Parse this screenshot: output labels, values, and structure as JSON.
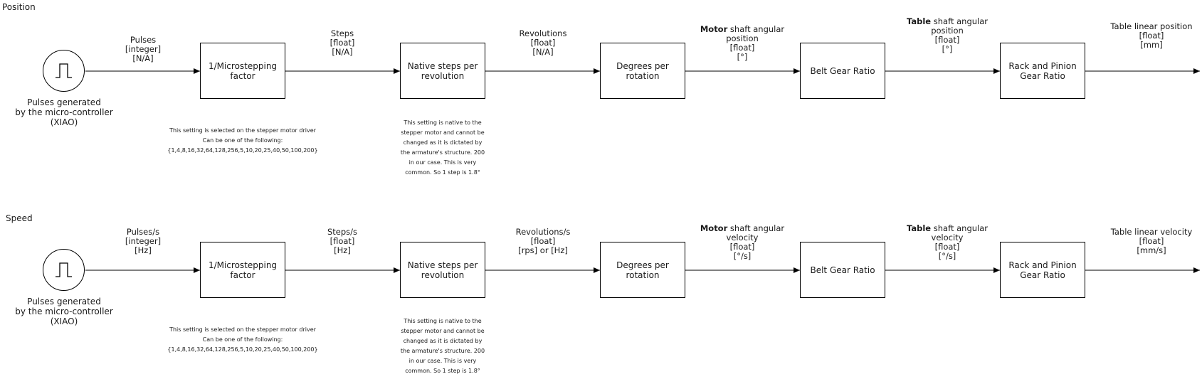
{
  "rows": [
    {
      "key": "position",
      "title": "Position",
      "source": {
        "line1": "Pulses generated",
        "line2": "by the micro-controller",
        "line3": "(XIAO)"
      },
      "signals": [
        {
          "bold": "",
          "rest": "Pulses",
          "l2": "[integer]",
          "l3": "[N/A]",
          "l4": ""
        },
        {
          "bold": "",
          "rest": "Steps",
          "l2": "[float]",
          "l3": "[N/A]",
          "l4": ""
        },
        {
          "bold": "",
          "rest": "Revolutions",
          "l2": "[float]",
          "l3": "[N/A]",
          "l4": ""
        },
        {
          "bold": "Motor",
          "rest": " shaft angular",
          "l2": "position",
          "l3": "[float]",
          "l4": "[°]"
        },
        {
          "bold": "Table",
          "rest": " shaft angular",
          "l2": "position",
          "l3": "[float]",
          "l4": "[°]"
        },
        {
          "bold": "",
          "rest": "Table linear position",
          "l2": "[float]",
          "l3": "[mm]",
          "l4": ""
        }
      ],
      "blocks": [
        {
          "line1": "1/Microstepping",
          "line2": "factor"
        },
        {
          "line1": "Native steps per",
          "line2": "revolution"
        },
        {
          "line1": "Degrees per",
          "line2": "rotation"
        },
        {
          "line1": "Belt Gear Ratio",
          "line2": ""
        },
        {
          "line1": "Rack and Pinion",
          "line2": "Gear Ratio"
        }
      ],
      "notes": {
        "microstepping": {
          "l1": "This setting is selected on the stepper motor driver",
          "l2": "Can be one of the following:",
          "l3": "{1,4,8,16,32,64,128,256,5,10,20,25,40,50,100,200}"
        },
        "native": {
          "l1": "This setting is native to the",
          "l2": "stepper motor and cannot be",
          "l3": "changed as it is dictated by",
          "l4": "the armature's structure. 200",
          "l5": "in our case. This is very",
          "l6": "common. So 1 step is 1.8°"
        }
      }
    },
    {
      "key": "speed",
      "title": "Speed",
      "source": {
        "line1": "Pulses generated",
        "line2": "by the micro-controller",
        "line3": "(XIAO)"
      },
      "signals": [
        {
          "bold": "",
          "rest": "Pulses/s",
          "l2": "[integer]",
          "l3": "[Hz]",
          "l4": ""
        },
        {
          "bold": "",
          "rest": "Steps/s",
          "l2": "[float]",
          "l3": "[Hz]",
          "l4": ""
        },
        {
          "bold": "",
          "rest": "Revolutions/s",
          "l2": "[float]",
          "l3": "[rps] or [Hz]",
          "l4": ""
        },
        {
          "bold": "Motor",
          "rest": " shaft angular",
          "l2": "velocity",
          "l3": "[float]",
          "l4": "[°/s]"
        },
        {
          "bold": "Table",
          "rest": " shaft angular",
          "l2": "velocity",
          "l3": "[float]",
          "l4": "[°/s]"
        },
        {
          "bold": "",
          "rest": "Table linear velocity",
          "l2": "[float]",
          "l3": "[mm/s]",
          "l4": ""
        }
      ],
      "blocks": [
        {
          "line1": "1/Microstepping",
          "line2": "factor"
        },
        {
          "line1": "Native steps per",
          "line2": "revolution"
        },
        {
          "line1": "Degrees per",
          "line2": "rotation"
        },
        {
          "line1": "Belt Gear Ratio",
          "line2": ""
        },
        {
          "line1": "Rack and Pinion",
          "line2": "Gear Ratio"
        }
      ],
      "notes": {
        "microstepping": {
          "l1": "This setting is selected on the stepper motor driver",
          "l2": "Can be one of the following:",
          "l3": "{1,4,8,16,32,64,128,256,5,10,20,25,40,50,100,200}"
        },
        "native": {
          "l1": "This setting is native to the",
          "l2": "stepper motor and cannot be",
          "l3": "changed as it is dictated by",
          "l4": "the armature's structure. 200",
          "l5": "in our case. This is very",
          "l6": "common. So 1 step is 1.8°"
        }
      }
    }
  ]
}
